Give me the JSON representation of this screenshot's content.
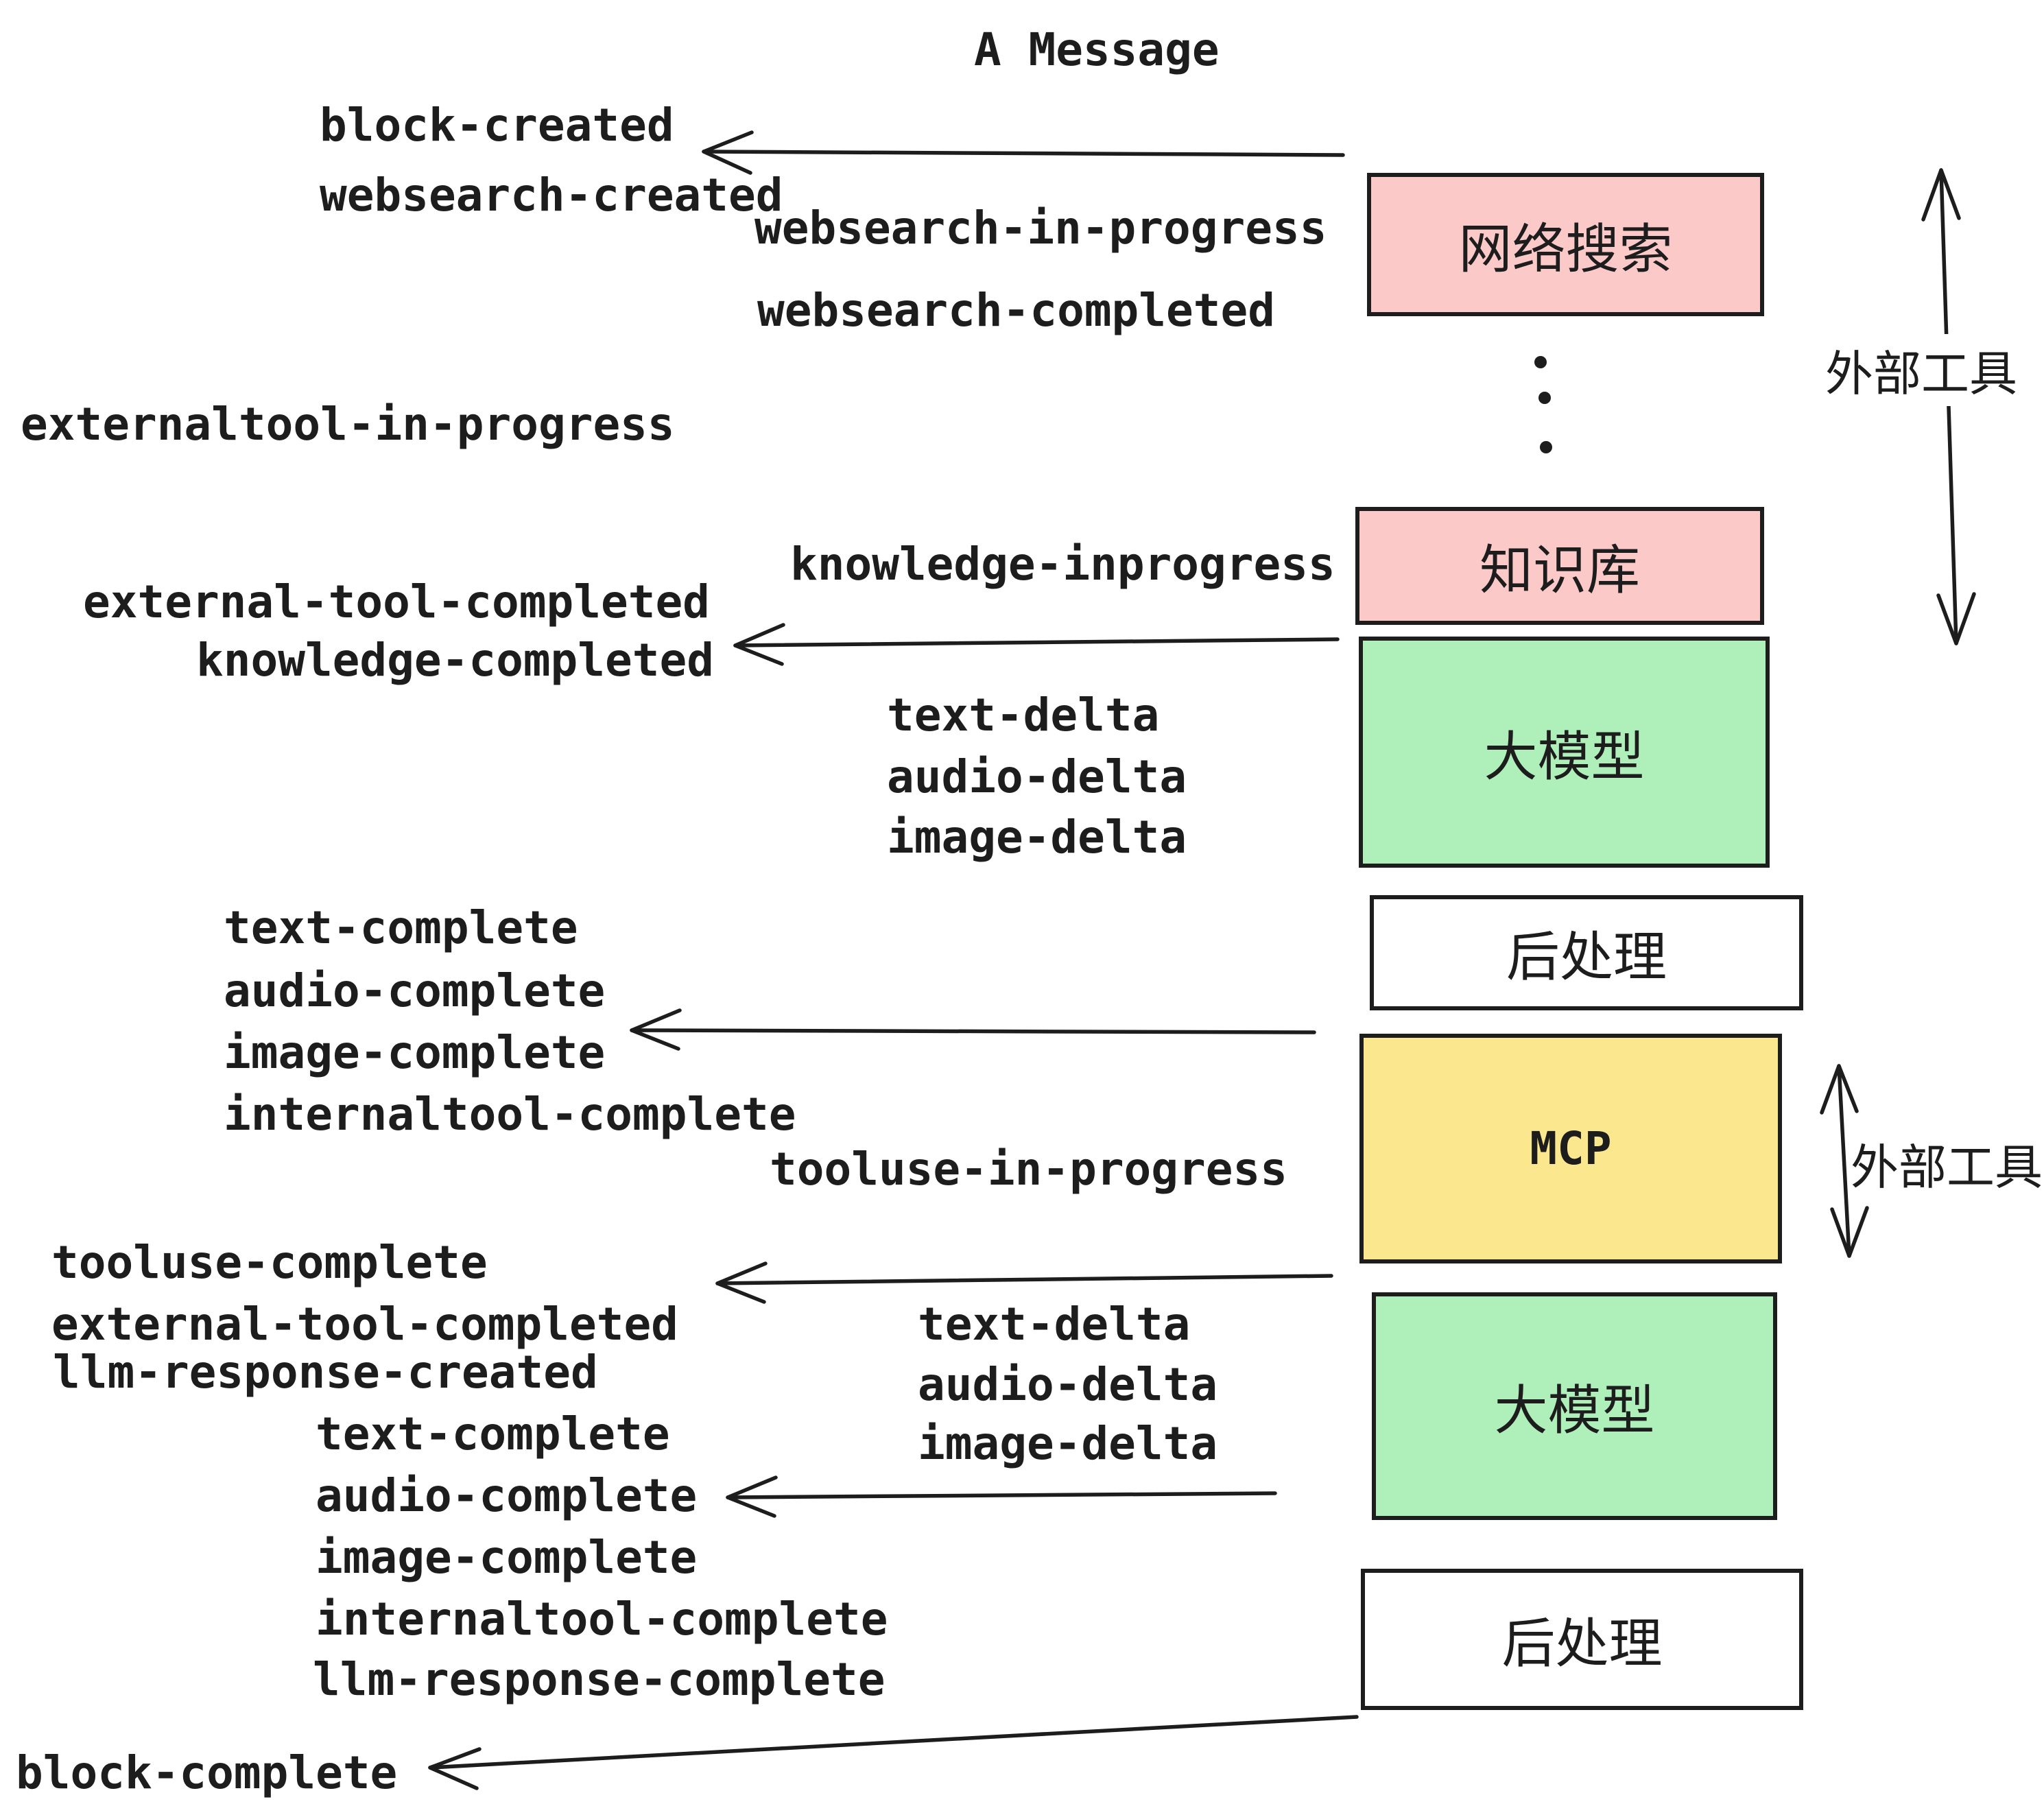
{
  "title": "A Message",
  "colors": {
    "ink": "#1d1d1d",
    "pink": "#fcc9c9",
    "green": "#aff0ba",
    "yellow": "#fbe88e",
    "boxwhite": "#ffffff"
  },
  "boxes": [
    {
      "id": "websearch",
      "label": "网络搜索",
      "color": "pink"
    },
    {
      "id": "knowledge",
      "label": "知识库",
      "color": "pink"
    },
    {
      "id": "llm-1",
      "label": "大模型",
      "color": "green"
    },
    {
      "id": "postprocess-1",
      "label": "后处理",
      "color": "white"
    },
    {
      "id": "mcp",
      "label": "MCP",
      "color": "yellow"
    },
    {
      "id": "llm-2",
      "label": "大模型",
      "color": "green"
    },
    {
      "id": "postprocess-2",
      "label": "后处理",
      "color": "white"
    }
  ],
  "side_annotations": [
    {
      "text": "外部工具"
    },
    {
      "text": "外部工具"
    }
  ],
  "events": [
    {
      "text": "block-created"
    },
    {
      "text": "websearch-created"
    },
    {
      "text": "websearch-in-progress"
    },
    {
      "text": "websearch-completed"
    },
    {
      "text": "externaltool-in-progress"
    },
    {
      "text": "knowledge-inprogress"
    },
    {
      "text": "external-tool-completed"
    },
    {
      "text": "knowledge-completed"
    },
    {
      "text": "text-delta"
    },
    {
      "text": "audio-delta"
    },
    {
      "text": "image-delta"
    },
    {
      "text": "text-complete"
    },
    {
      "text": "audio-complete"
    },
    {
      "text": "image-complete"
    },
    {
      "text": "internaltool-complete"
    },
    {
      "text": "tooluse-in-progress"
    },
    {
      "text": "tooluse-complete"
    },
    {
      "text": "external-tool-completed"
    },
    {
      "text": "llm-response-created"
    },
    {
      "text": "text-delta"
    },
    {
      "text": "audio-delta"
    },
    {
      "text": "image-delta"
    },
    {
      "text": "text-complete"
    },
    {
      "text": "audio-complete"
    },
    {
      "text": "image-complete"
    },
    {
      "text": "internaltool-complete"
    },
    {
      "text": "llm-response-complete"
    },
    {
      "text": "block-complete"
    }
  ]
}
